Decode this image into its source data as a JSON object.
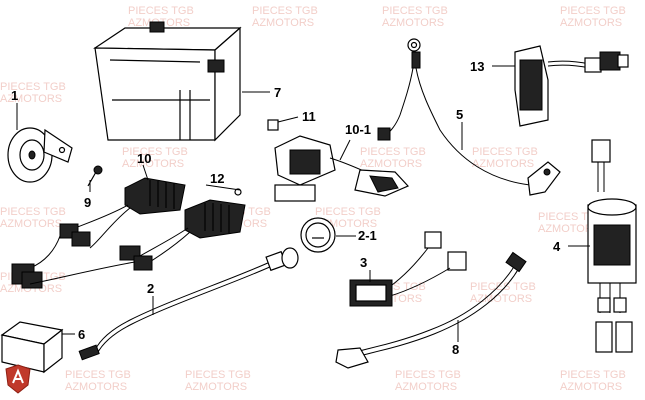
{
  "watermark": {
    "line1": "PIECES TGB",
    "line2": "AZMOTORS"
  },
  "labels": [
    "1",
    "2",
    "2-1",
    "3",
    "4",
    "5",
    "6",
    "7",
    "8",
    "9",
    "10",
    "10-1",
    "11",
    "12",
    "13"
  ],
  "colors": {
    "watermark": "#e8a79d",
    "logo": "#c0392b",
    "lines": "#000000"
  },
  "icon": "azmotors-shield-logo"
}
